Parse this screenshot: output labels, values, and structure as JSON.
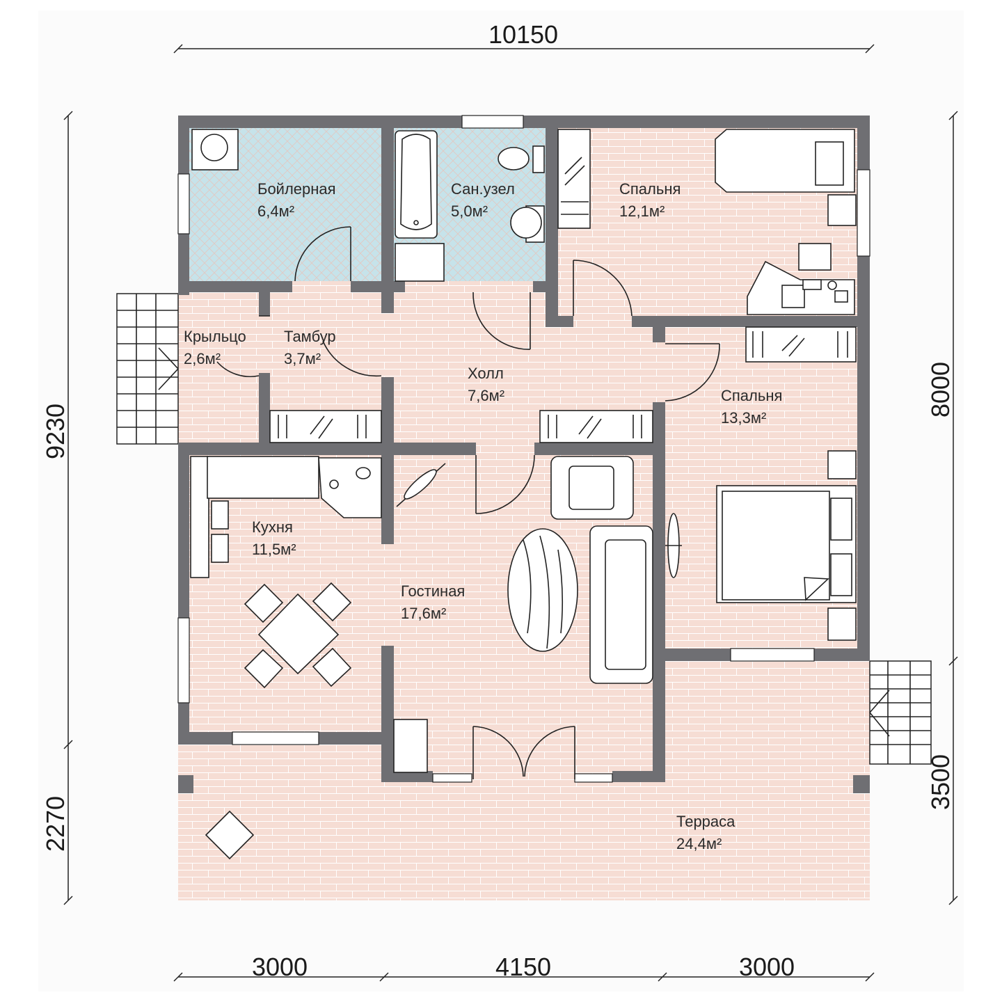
{
  "dimensions": {
    "top": "10150",
    "left_total": "9230",
    "left_terrace": "2270",
    "right_house": "8000",
    "right_terrace": "3500",
    "bottom_left": "3000",
    "bottom_middle": "4150",
    "bottom_right": "3000"
  },
  "rooms": [
    {
      "id": "boiler",
      "name": "Бойлерная",
      "area": "6,4м²"
    },
    {
      "id": "bath",
      "name": "Сан.узел",
      "area": "5,0м²"
    },
    {
      "id": "bedroom1",
      "name": "Спальня",
      "area": "12,1м²"
    },
    {
      "id": "porch",
      "name": "Крыльцо",
      "area": "2,6м²"
    },
    {
      "id": "vestibule",
      "name": "Тамбур",
      "area": "3,7м²"
    },
    {
      "id": "hall",
      "name": "Холл",
      "area": "7,6м²"
    },
    {
      "id": "bedroom2",
      "name": "Спальня",
      "area": "13,3м²"
    },
    {
      "id": "kitchen",
      "name": "Кухня",
      "area": "11,5м²"
    },
    {
      "id": "living",
      "name": "Гостиная",
      "area": "17,6м²"
    },
    {
      "id": "terrace",
      "name": "Терраса",
      "area": "24,4м²"
    }
  ],
  "colors": {
    "wall": "#6f6f73",
    "floor_tile": "#f6ddd4",
    "floor_wet": "#c6e3ea",
    "background": "#ffffff"
  }
}
